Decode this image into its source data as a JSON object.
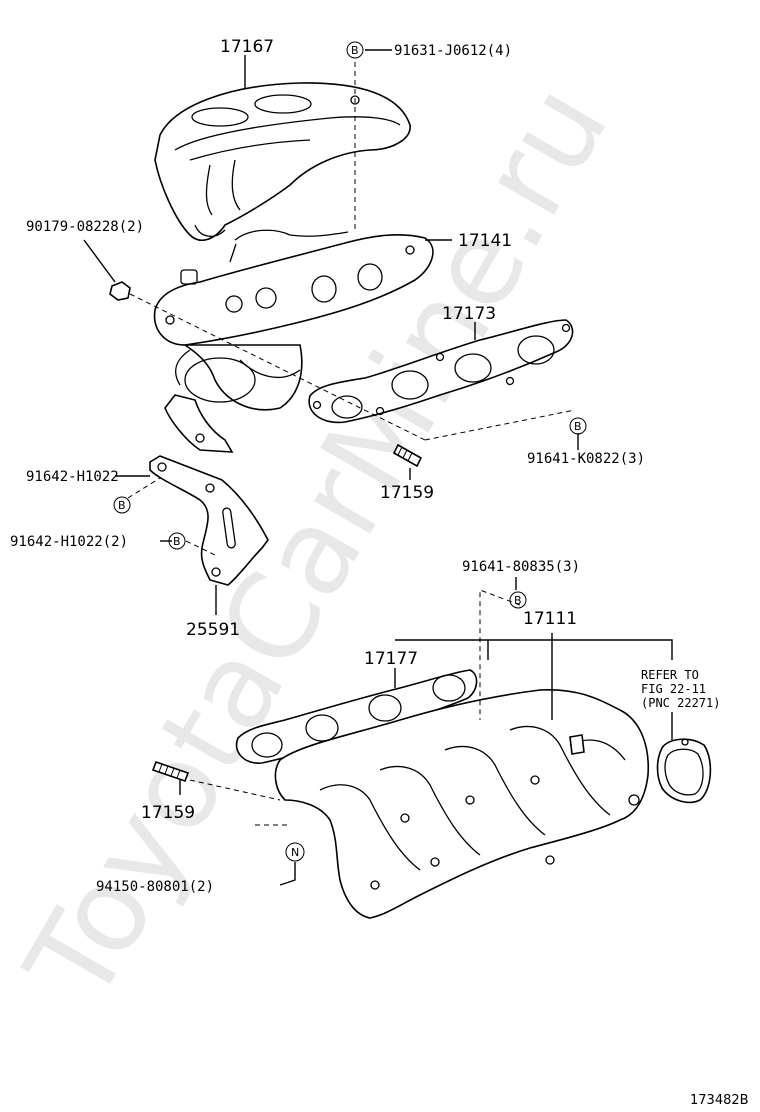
{
  "watermark": "ToyotaCarMine.ru",
  "diagram_id": "173482B",
  "tag_letters": {
    "b": "B",
    "n": "N"
  },
  "labels": {
    "p17167": "17167",
    "p91631": "91631-J0612(4)",
    "p90179": "90179-08228(2)",
    "p17141": "17141",
    "p17173": "17173",
    "p91641k": "91641-K0822(3)",
    "p17159a": "17159",
    "p91642a": "91642-H1022",
    "p91642b": "91642-H1022(2)",
    "p25591": "25591",
    "p91641_808": "91641-80835(3)",
    "p17111": "17111",
    "p17177": "17177",
    "refer1": "REFER TO",
    "refer2": "FIG 22-11",
    "refer3": "(PNC 22271)",
    "p17159b": "17159",
    "p94150": "94150-80801(2)"
  }
}
